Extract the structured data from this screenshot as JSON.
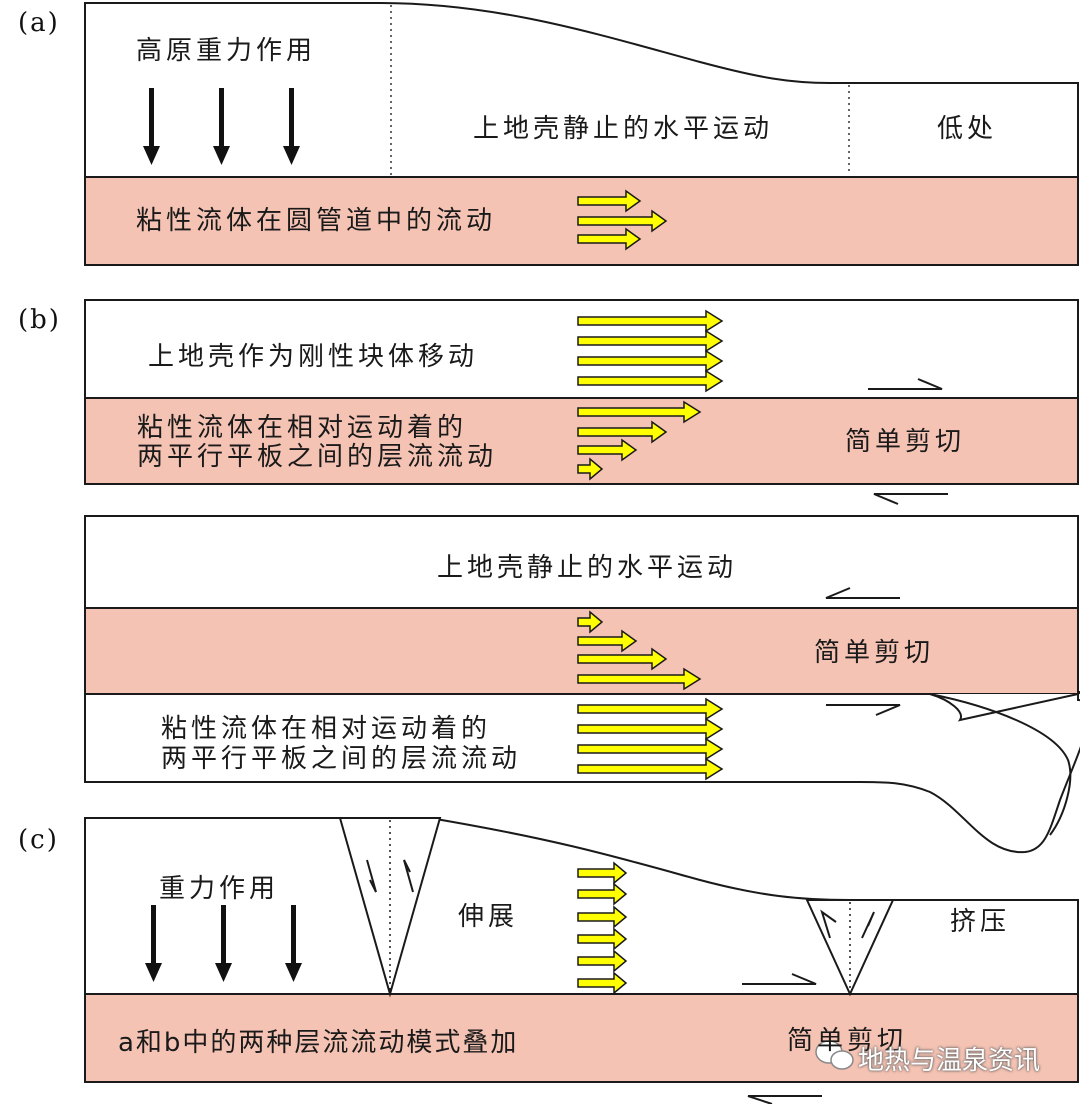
{
  "panel_a": {
    "label": "(a)",
    "plateau_gravity": "高原重力作用",
    "upper_crust_static": "上地壳静止的水平运动",
    "lowland": "低处",
    "channel_flow": "粘性流体在圆管道中的流动"
  },
  "panel_b": {
    "label": "(b)",
    "rigid_block": "上地壳作为刚性块体移动",
    "couette_line1": "粘性流体在相对运动着的",
    "couette_line2": "两平行平板之间的层流流动",
    "simple_shear_1": "简单剪切",
    "upper_crust_static": "上地壳静止的水平运动",
    "simple_shear_2": "简单剪切",
    "couette2_line1": "粘性流体在相对运动着的",
    "couette2_line2": "两平行平板之间的层流流动"
  },
  "panel_c": {
    "label": "(c)",
    "gravity": "重力作用",
    "extension": "伸展",
    "compression": "挤压",
    "superposition": "a和b中的两种层流流动模式叠加",
    "simple_shear": "简单剪切"
  },
  "watermark": "地热与温泉资讯",
  "colors": {
    "flow_layer": "#f5c3b3",
    "arrow_fill": "#ffff00",
    "outline": "#1a1a1a"
  }
}
